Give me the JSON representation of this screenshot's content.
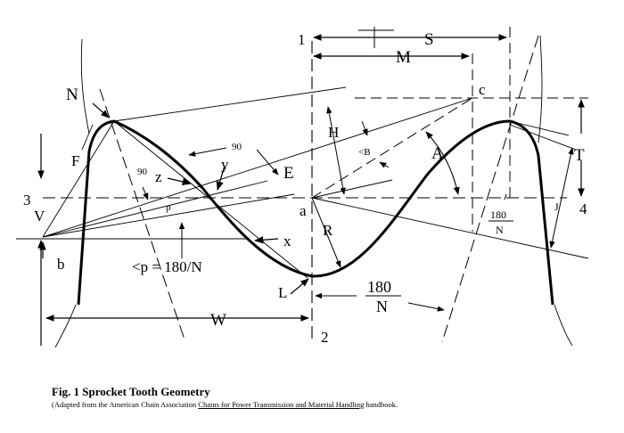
{
  "labels": {
    "N": "N",
    "F": "F",
    "V": "V",
    "three": "3",
    "b": "b",
    "z": "z",
    "y": "y",
    "ninety_a": "90",
    "ninety_b": "90",
    "p_small": "p",
    "p_formula": "<p = 180/N",
    "W": "W",
    "L": "L",
    "x": "x",
    "E": "E",
    "a": "a",
    "R": "R",
    "H": "H",
    "B": "<B",
    "one": "1",
    "two": "2",
    "S": "S",
    "M": "M",
    "c": "c",
    "A": "A",
    "T": "T",
    "four": "4",
    "J": "J",
    "frac_small_num": "180",
    "frac_small_den": "N",
    "frac_big_num": "180",
    "frac_big_den": "N"
  },
  "caption": {
    "title": "Fig. 1 Sprocket Tooth Geometry",
    "note_prefix": "(Adapted from the American Chain Association ",
    "note_book": "Chains for Power Transmission and Material Handling",
    "note_suffix": " handbook."
  }
}
